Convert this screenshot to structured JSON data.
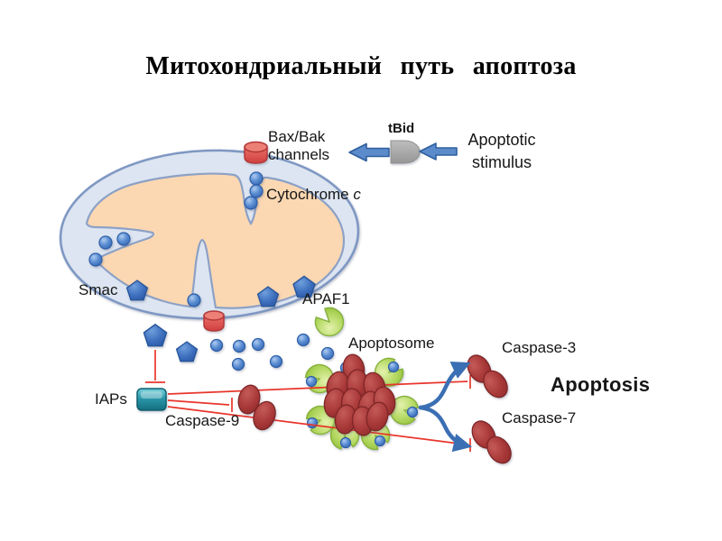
{
  "slide": {
    "title": "Митохондриальный путь апоптоза"
  },
  "labels": {
    "bax_bak_line1": "Bax/Bak",
    "bax_bak_line2": "channels",
    "tbid": "tBid",
    "apoptotic_line1": "Apoptotic",
    "apoptotic_line2": "stimulus",
    "cytochrome": "Cytochrome",
    "cytochrome_c": "c",
    "smac": "Smac",
    "apaf1": "APAF1",
    "apoptosome": "Apoptosome",
    "iaps": "IAPs",
    "caspase9": "Caspase-9",
    "caspase3": "Caspase-3",
    "caspase7": "Caspase-7",
    "apoptosis": "Apoptosis"
  },
  "icons": {
    "mitochondrion": "mitochondrion-shape",
    "bax_bak_channel": "red-cylinder-channel",
    "cytochrome_c_molecule": "blue-circle",
    "smac_molecule": "blue-pentagon",
    "apaf1_molecule": "green-pacman",
    "caspase_molecule": "dark-red-oval-pair",
    "iaps_molecule": "teal-box",
    "tbid_molecule": "gray-d-shape",
    "inhibition": "red-t-bar-line",
    "activation": "blue-arrow"
  },
  "colors": {
    "membrane_fill": "#dce5f1",
    "membrane_stroke": "#7d96c2",
    "matrix_fill": "#fbd8b2",
    "matrix_stroke": "#8da1c6",
    "molecule_blue": "#4a7fc7",
    "pentagon_blue": "#3d6fbe",
    "channel_red": "#dd4c4c",
    "tbid_gray": "#a6a6a6",
    "arrow_blue": "#3b6fb3",
    "apaf_green": "#b5d964",
    "caspase_dark_red": "#a83838",
    "iaps_teal": "#2b97aa",
    "inhibit_red": "#e8352b",
    "text_black": "#111111"
  }
}
